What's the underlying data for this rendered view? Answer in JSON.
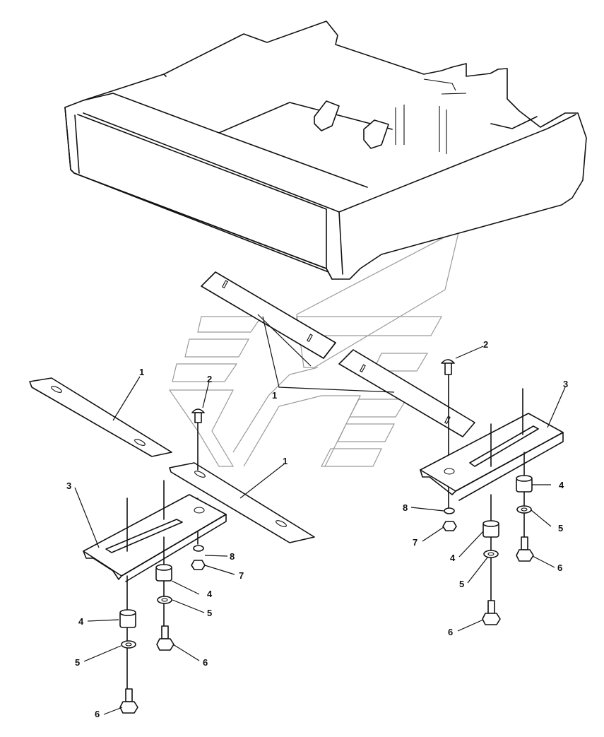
{
  "callouts": [
    {
      "key": "c1a",
      "label": "1"
    },
    {
      "key": "c1b",
      "label": "1"
    },
    {
      "key": "c1c",
      "label": "1"
    },
    {
      "key": "c2a",
      "label": "2"
    },
    {
      "key": "c2b",
      "label": "2"
    },
    {
      "key": "c3a",
      "label": "3"
    },
    {
      "key": "c3b",
      "label": "3"
    },
    {
      "key": "c4a",
      "label": "4"
    },
    {
      "key": "c4b",
      "label": "4"
    },
    {
      "key": "c4c",
      "label": "4"
    },
    {
      "key": "c4d",
      "label": "4"
    },
    {
      "key": "c5a",
      "label": "5"
    },
    {
      "key": "c5b",
      "label": "5"
    },
    {
      "key": "c5c",
      "label": "5"
    },
    {
      "key": "c5d",
      "label": "5"
    },
    {
      "key": "c6a",
      "label": "6"
    },
    {
      "key": "c6b",
      "label": "6"
    },
    {
      "key": "c6c",
      "label": "6"
    },
    {
      "key": "c6d",
      "label": "6"
    },
    {
      "key": "c7a",
      "label": "7"
    },
    {
      "key": "c7b",
      "label": "7"
    },
    {
      "key": "c8a",
      "label": "8"
    },
    {
      "key": "c8b",
      "label": "8"
    }
  ]
}
